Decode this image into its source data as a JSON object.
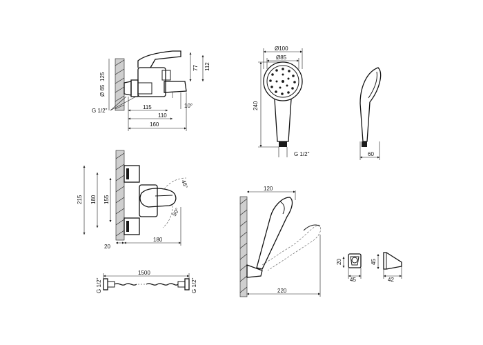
{
  "colors": {
    "line": "#1a1a1a",
    "hatch": "#cfcfcf",
    "background": "#ffffff"
  },
  "faucet_side_view": {
    "dim_125": "125",
    "dim_diam_65": "Ø 65",
    "dim_77": "77",
    "dim_112": "112",
    "thread_label": "G 1/2\"",
    "dim_115": "115",
    "dim_110": "110",
    "dim_160": "160",
    "angle_10": "10°"
  },
  "faucet_front_view": {
    "dim_215": "215",
    "dim_180_vertical": "180",
    "dim_155": "155",
    "angle_45": "45°",
    "angle_50": "50°",
    "dim_20": "20",
    "dim_180_horizontal": "180"
  },
  "hose_view": {
    "dim_1500": "1500",
    "thread_left": "G 1/2\"",
    "thread_right": "G 1/2\""
  },
  "shower_head_front": {
    "dim_diam_100": "Ø100",
    "dim_diam_85": "Ø85",
    "dim_240": "240",
    "thread_label": "G 1/2\""
  },
  "shower_head_side": {
    "dim_60": "60"
  },
  "wall_holder_view": {
    "dim_120": "120",
    "dim_220": "220"
  },
  "holder_front": {
    "dim_20": "20",
    "dim_45": "45"
  },
  "holder_side": {
    "dim_45": "45",
    "dim_42": "42"
  }
}
